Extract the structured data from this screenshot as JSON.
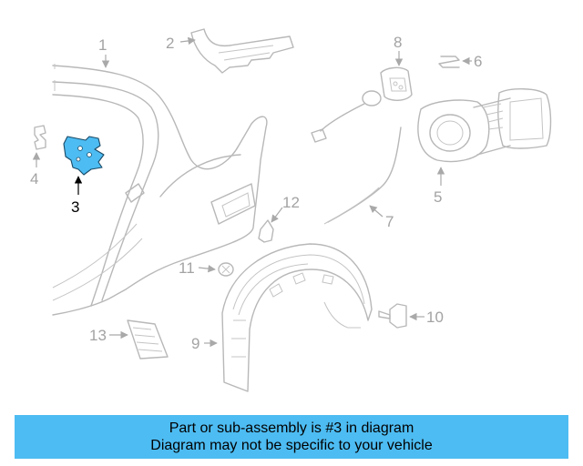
{
  "diagram": {
    "highlight_color": "#4dbcf2",
    "callouts": [
      "1",
      "2",
      "3",
      "4",
      "5",
      "6",
      "7",
      "8",
      "9",
      "10",
      "11",
      "12",
      "13"
    ],
    "highlighted_callout": "3"
  },
  "banner": {
    "line1": "Part or sub-assembly is #3 in diagram",
    "line2": "Diagram may not be specific to your vehicle",
    "background": "#4dbcf2"
  }
}
